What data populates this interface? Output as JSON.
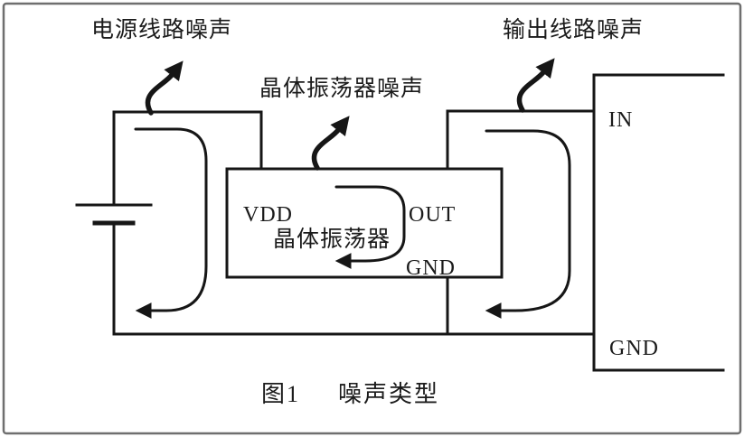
{
  "figure": {
    "noise_labels": {
      "power": "电源线路噪声",
      "crystal": "晶体振荡器噪声",
      "output": "输出线路噪声"
    },
    "oscillator_box": {
      "vdd": "VDD",
      "out": "OUT",
      "gnd": "GND",
      "name": "晶体振荡器"
    },
    "load_box": {
      "in": "IN",
      "gnd": "GND"
    },
    "caption": {
      "number": "图1",
      "title": "噪声类型"
    },
    "colors": {
      "line": "#161616",
      "frame": "#6f6f6f",
      "background": "#ffffff",
      "text": "#1b1b1b"
    }
  }
}
